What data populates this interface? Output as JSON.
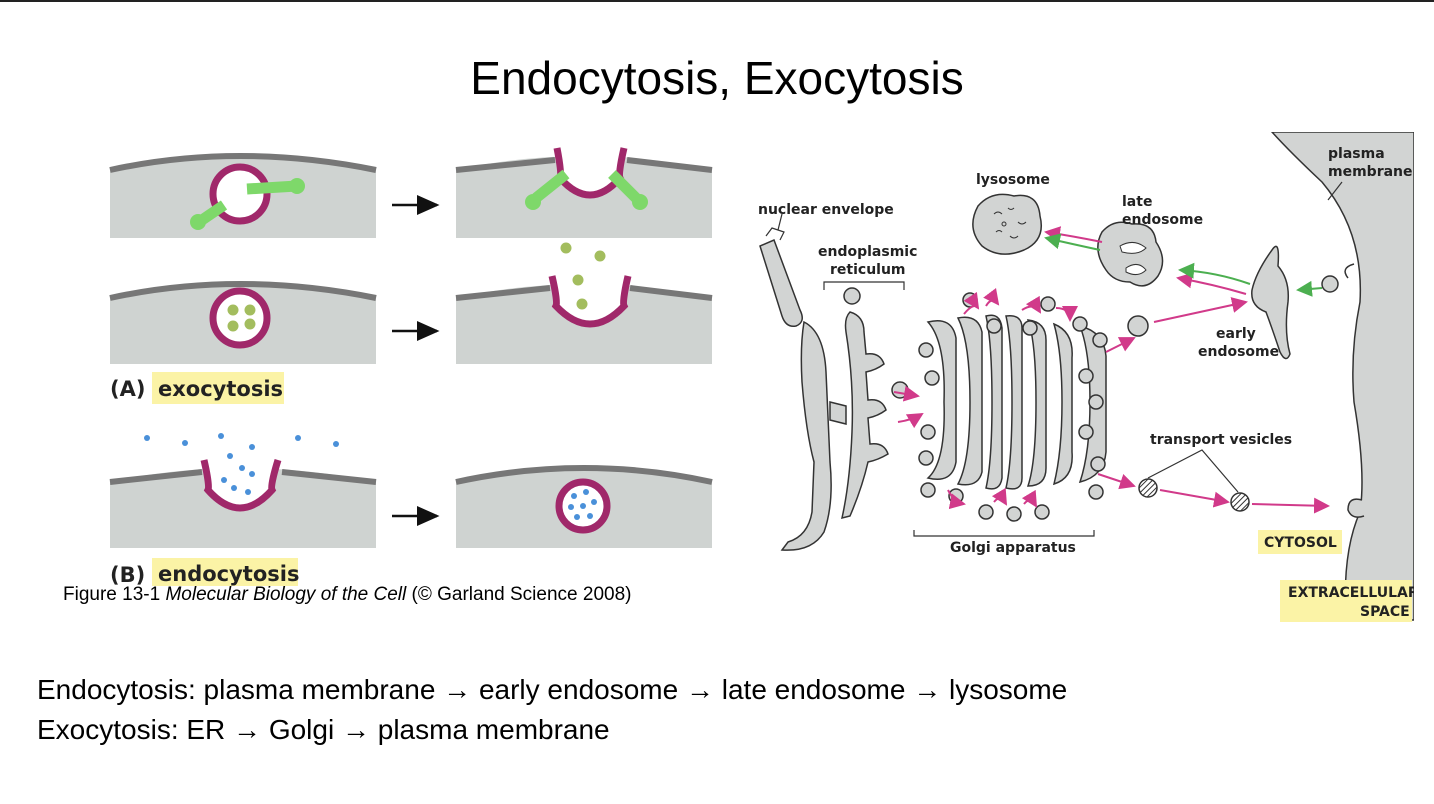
{
  "title": "Endocytosis, Exocytosis",
  "left_figure": {
    "panel_a_letter": "(A)",
    "panel_a_label": "exocytosis",
    "panel_b_letter": "(B)",
    "panel_b_label": "endocytosis"
  },
  "caption": {
    "figure_number": "Figure 13-1",
    "book_title": "Molecular Biology of the Cell",
    "credit": "(© Garland Science 2008)"
  },
  "right_figure": {
    "labels": {
      "nuclear_envelope": "nuclear envelope",
      "er_line1": "endoplasmic",
      "er_line2": "reticulum",
      "lysosome": "lysosome",
      "late_endosome_line1": "late",
      "late_endosome_line2": "endosome",
      "plasma_membrane_line1": "plasma",
      "plasma_membrane_line2": "membrane",
      "early_endosome_line1": "early",
      "early_endosome_line2": "endosome",
      "transport_vesicles": "transport vesicles",
      "golgi": "Golgi apparatus",
      "cytosol": "CYTOSOL",
      "extracellular_line1": "EXTRACELLULAR",
      "extracellular_line2": "SPACE"
    }
  },
  "summary": {
    "line1": "Endocytosis: plasma membrane → early endosome → late endosome → lysosome",
    "line2": "Exocytosis: ER → Golgi → plasma membrane"
  },
  "colors": {
    "membrane": "#a0286a",
    "cytoplasm": "#cfd3d1",
    "receptor": "#7ed86a",
    "cargo_green": "#a3bd5e",
    "cargo_blue": "#4a90d9",
    "highlight": "#fbf3a6",
    "arrow_magenta": "#d13a8a",
    "arrow_green": "#4caf50"
  }
}
